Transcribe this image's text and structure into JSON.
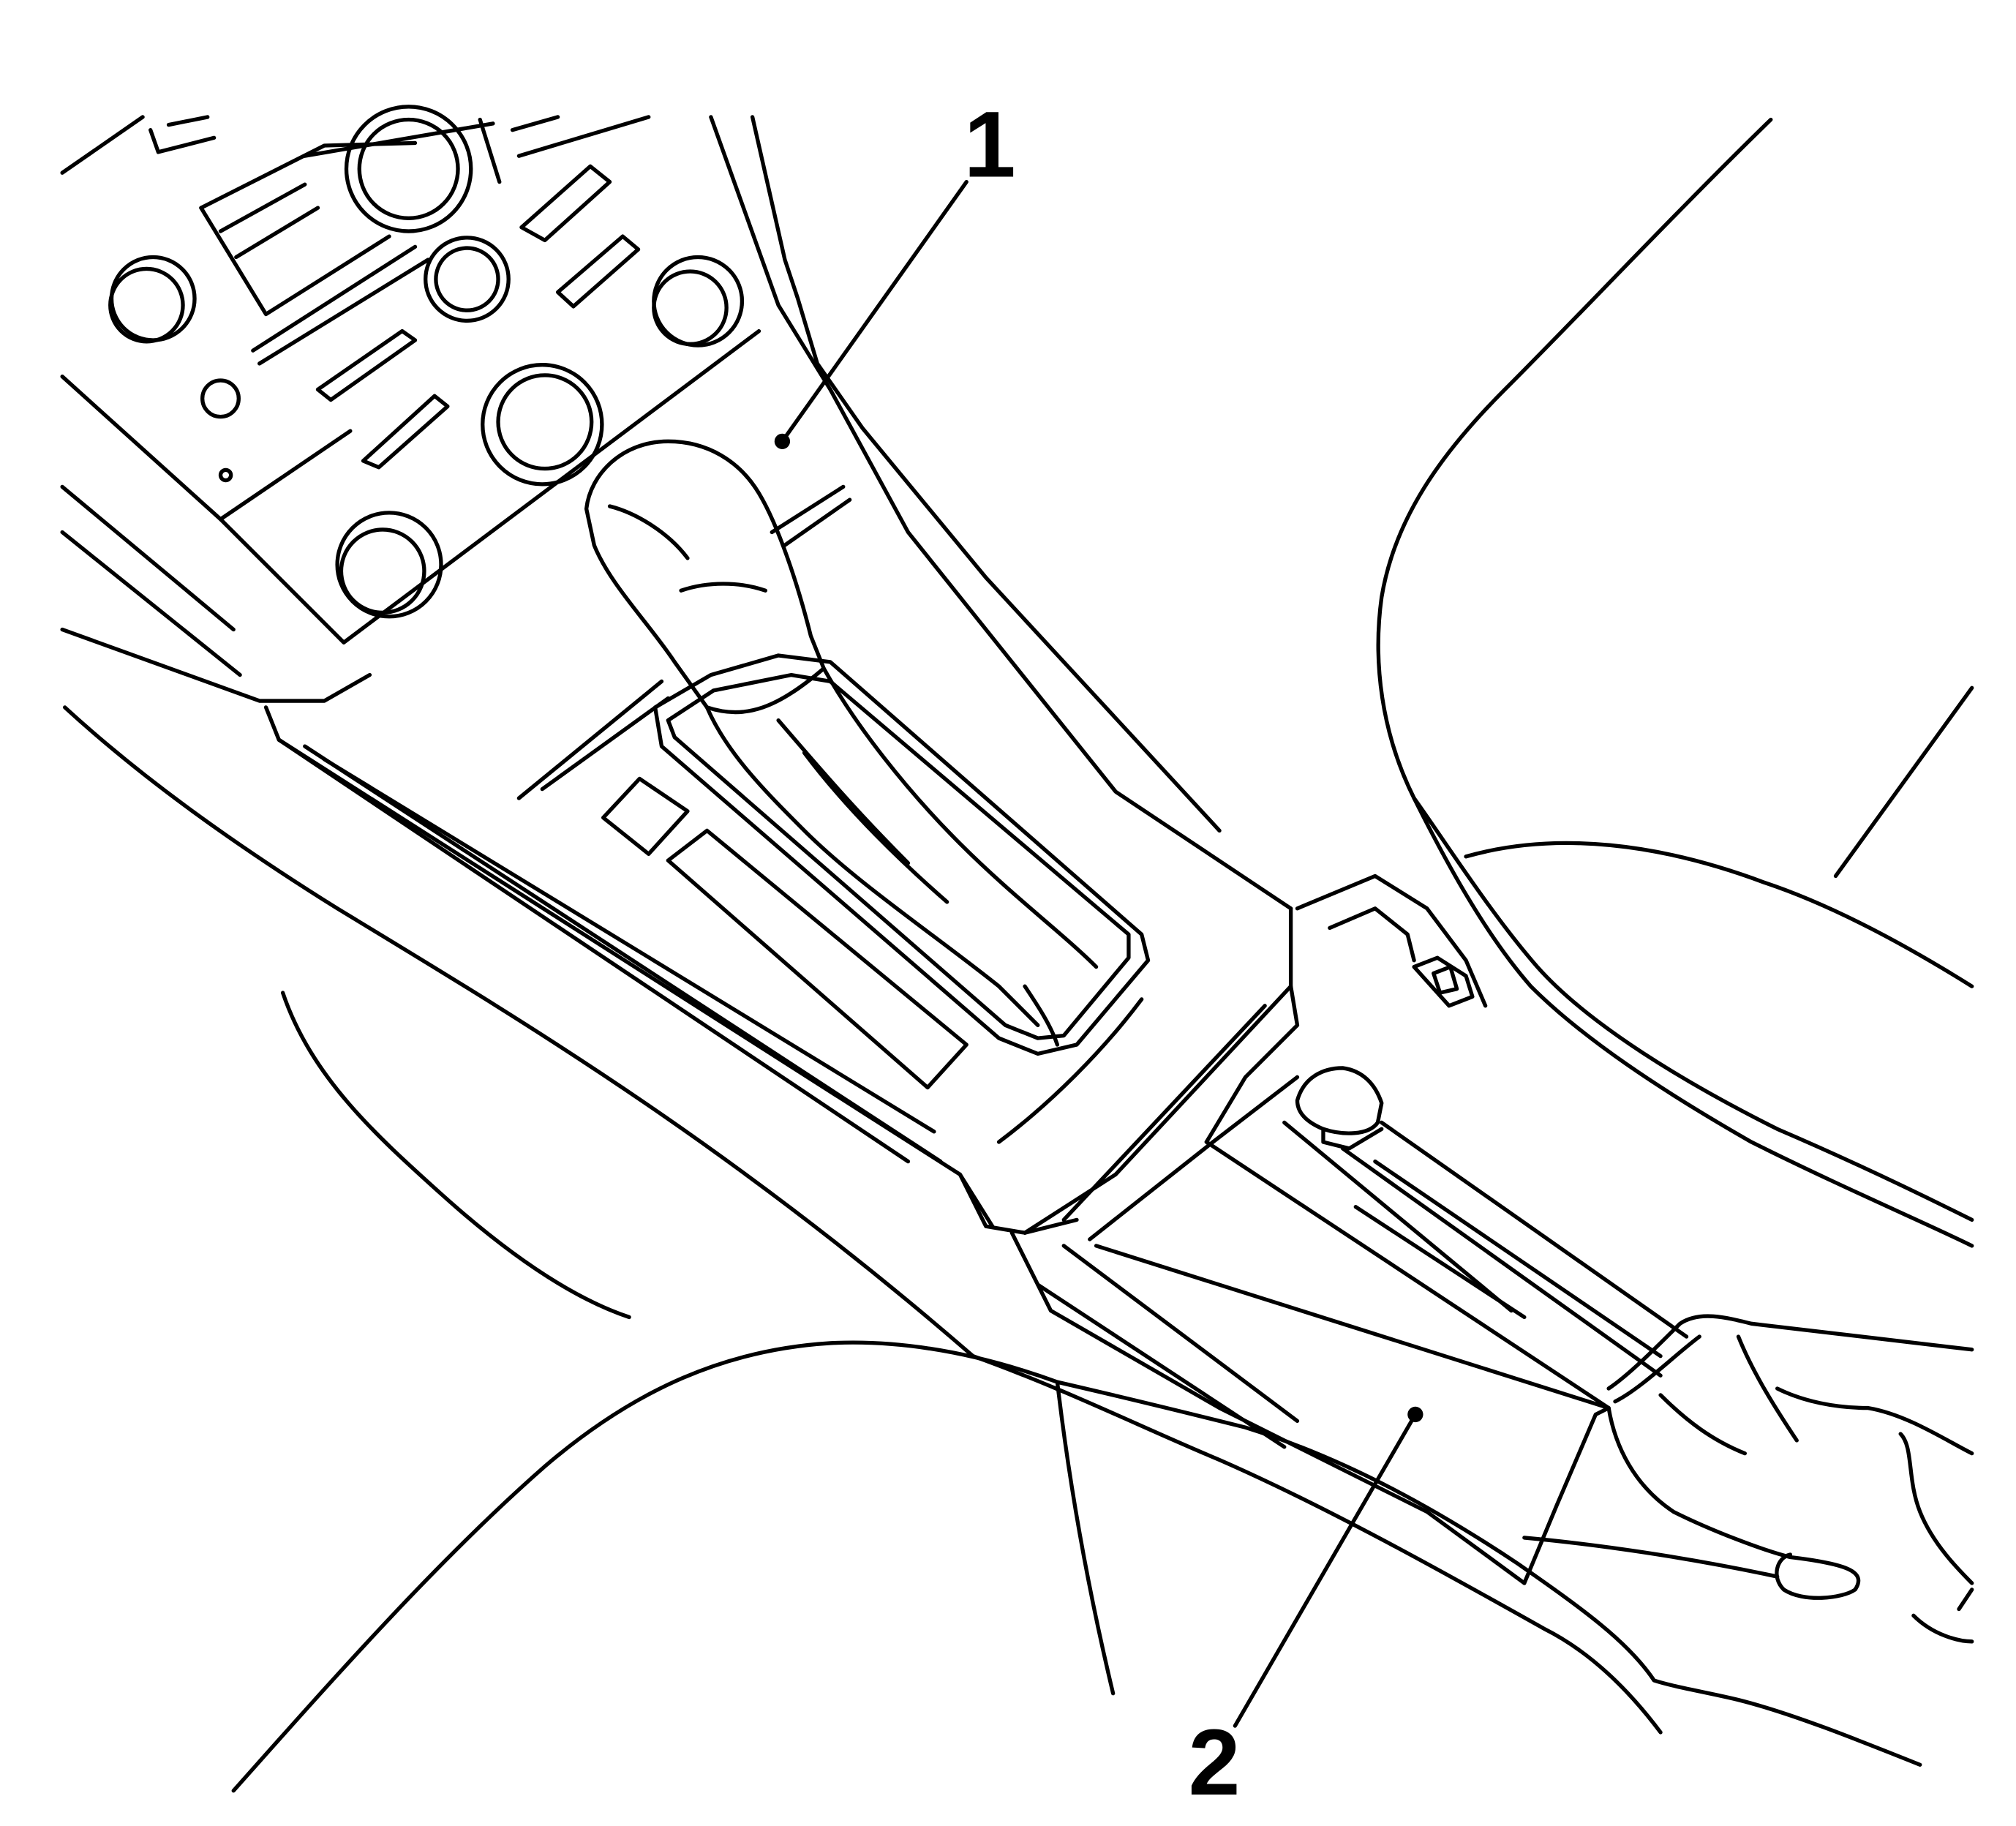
{
  "figure": {
    "line_color": "#000000",
    "background_color": "#ffffff",
    "callouts": [
      {
        "id": "1",
        "label": "1"
      },
      {
        "id": "2",
        "label": "2"
      }
    ]
  }
}
